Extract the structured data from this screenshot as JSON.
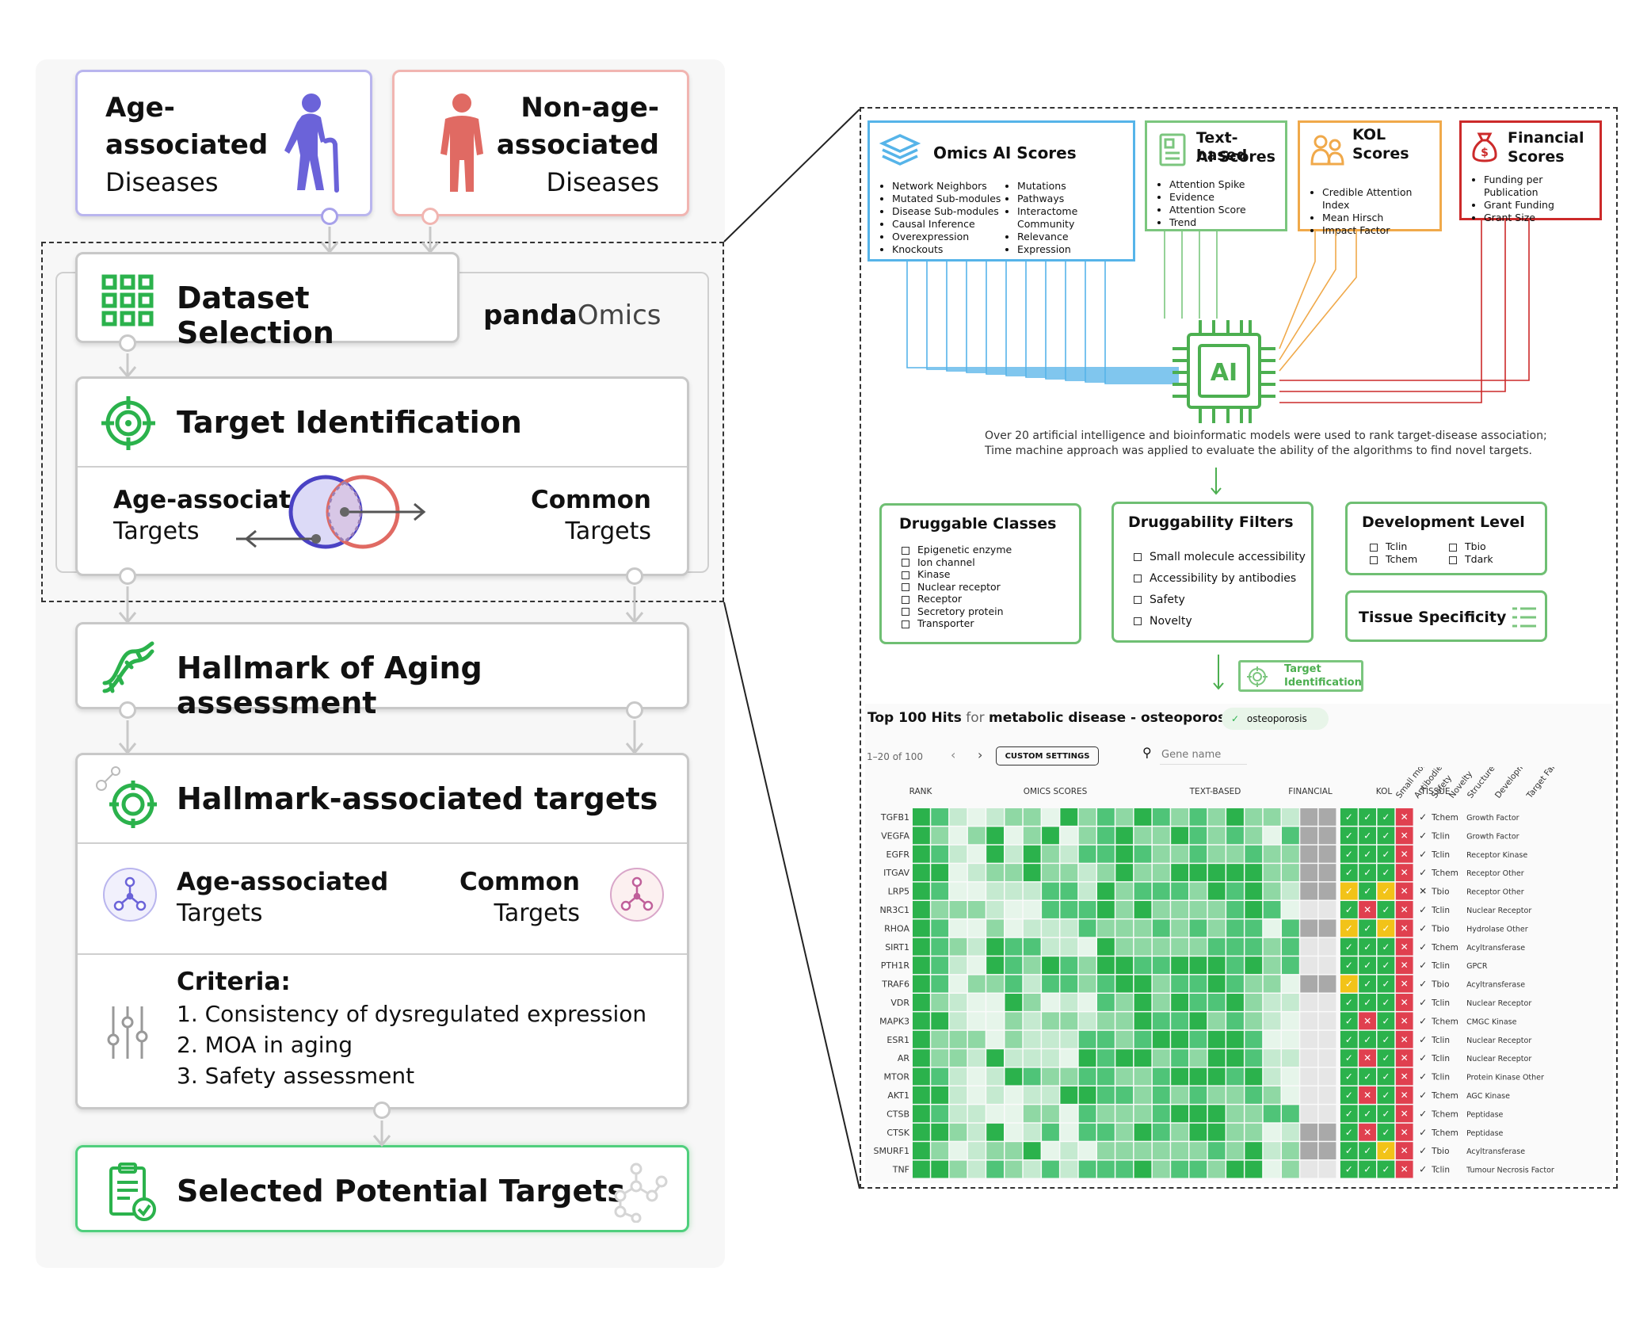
{
  "left": {
    "age_card": {
      "line1": "Age-",
      "line2": "associated",
      "line3": "Diseases"
    },
    "nonage_card": {
      "line1": "Non-age-",
      "line2": "associated",
      "line3": "Diseases"
    },
    "dataset_selection": "Dataset Selection",
    "logo": {
      "text1": "panda",
      "text2": "Omics"
    },
    "target_identification": "Target Identification",
    "age_targets": {
      "line1": "Age-associated",
      "line2": "Targets"
    },
    "common_targets": {
      "line1": "Common",
      "line2": "Targets"
    },
    "hallmark_assessment": "Hallmark of Aging assessment",
    "hallmark_targets": "Hallmark-associated targets",
    "ha_age_targets": {
      "line1": "Age-associated",
      "line2": "Targets"
    },
    "ha_common_targets": {
      "line1": "Common",
      "line2": "Targets"
    },
    "criteria": {
      "title": "Criteria:",
      "items": [
        "1.  Consistency of dysregulated expression",
        "2. MOA in aging",
        "3. Safety assessment"
      ]
    },
    "selected": "Selected Potential Targets"
  },
  "right": {
    "omics": {
      "title": "Omics AI Scores",
      "col1": [
        "Network Neighbors",
        "Mutated Sub-modules",
        "Disease Sub-modules",
        "Causal Inference",
        "Overexpression",
        "Knockouts"
      ],
      "col2": [
        "Mutations",
        "Pathways",
        "Interactome Community",
        "Relevance",
        "Expression"
      ]
    },
    "text_based": {
      "title1": "Text-based",
      "title2": "AI Scores",
      "items": [
        "Attention Spike",
        "Evidence",
        "Attention Score",
        "Trend"
      ]
    },
    "kol": {
      "title1": "KOL",
      "title2": "Scores",
      "items": [
        "Credible Attention Index",
        "Mean Hirsch",
        "Impact Factor"
      ]
    },
    "financial": {
      "title1": "Financial",
      "title2": "Scores",
      "items": [
        "Funding per Publication",
        "Grant Funding",
        "Grant Size"
      ]
    },
    "ai_chip": "AI",
    "caption1": "Over 20 artificial intelligence and bioinformatic models were used to rank target-disease association;",
    "caption2": "Time machine approach was applied to evaluate the ability of the algorithms to find novel targets.",
    "druggable": {
      "title": "Druggable Classes",
      "items": [
        "Epigenetic enzyme",
        "Ion channel",
        "Kinase",
        "Nuclear receptor",
        "Receptor",
        "Secretory protein",
        "Transporter"
      ]
    },
    "filters": {
      "title": "Druggability Filters",
      "items": [
        "Small molecule accessibility",
        "Accessibility by antibodies",
        "Safety",
        "Novelty"
      ]
    },
    "devlevel": {
      "title": "Development Level",
      "items": [
        "Tclin",
        "Tbio",
        "Tchem",
        "Tdark"
      ]
    },
    "tissue": "Tissue Specificity",
    "target_id_btn": {
      "line1": "Target",
      "line2": "Identification"
    },
    "table": {
      "title_bold": "Top 100 Hits",
      "title_for": " for ",
      "title_disease": "metabolic disease - osteoporosis",
      "chip": "osteoporosis",
      "range": "1–20 of 100",
      "custom": "CUSTOM SETTINGS",
      "search_placeholder": "Gene name",
      "col_headers": [
        "RANK",
        "OMICS SCORES",
        "TEXT-BASED",
        "FINANCIAL",
        "KOL",
        "TISSUE"
      ],
      "rot_headers": [
        "Small molecule",
        "Antibodies",
        "Safety",
        "Novelty",
        "Structure",
        "Development Level",
        "Target Family"
      ],
      "rows": [
        {
          "gene": "TGFB1",
          "level": "Tchem",
          "family": "Growth Factor"
        },
        {
          "gene": "VEGFA",
          "level": "Tclin",
          "family": "Growth Factor"
        },
        {
          "gene": "EGFR",
          "level": "Tclin",
          "family": "Receptor Kinase"
        },
        {
          "gene": "ITGAV",
          "level": "Tchem",
          "family": "Receptor Other"
        },
        {
          "gene": "LRP5",
          "level": "Tbio",
          "family": "Receptor Other"
        },
        {
          "gene": "NR3C1",
          "level": "Tclin",
          "family": "Nuclear Receptor"
        },
        {
          "gene": "RHOA",
          "level": "Tbio",
          "family": "Hydrolase Other"
        },
        {
          "gene": "SIRT1",
          "level": "Tchem",
          "family": "Acyltransferase"
        },
        {
          "gene": "PTH1R",
          "level": "Tclin",
          "family": "GPCR"
        },
        {
          "gene": "TRAF6",
          "level": "Tbio",
          "family": "Acyltransferase"
        },
        {
          "gene": "VDR",
          "level": "Tclin",
          "family": "Nuclear Receptor"
        },
        {
          "gene": "MAPK3",
          "level": "Tchem",
          "family": "CMGC Kinase"
        },
        {
          "gene": "ESR1",
          "level": "Tclin",
          "family": "Nuclear Receptor"
        },
        {
          "gene": "AR",
          "level": "Tclin",
          "family": "Nuclear Receptor"
        },
        {
          "gene": "MTOR",
          "level": "Tclin",
          "family": "Protein Kinase Other"
        },
        {
          "gene": "AKT1",
          "level": "Tchem",
          "family": "AGC Kinase"
        },
        {
          "gene": "CTSB",
          "level": "Tchem",
          "family": "Peptidase"
        },
        {
          "gene": "CTSK",
          "level": "Tchem",
          "family": "Peptidase"
        },
        {
          "gene": "SMURF1",
          "level": "Tbio",
          "family": "Acyltransferase"
        },
        {
          "gene": "TNF",
          "level": "Tclin",
          "family": "Tumour Necrosis Factor"
        }
      ]
    }
  },
  "colors": {
    "purple": "#6b63d9",
    "red": "#e06a63",
    "green": "#2bb24c",
    "blue": "#56b4e9",
    "text_green": "#7bc67e",
    "kol_orange": "#f0a94a",
    "fin_red": "#cc2a2a"
  }
}
